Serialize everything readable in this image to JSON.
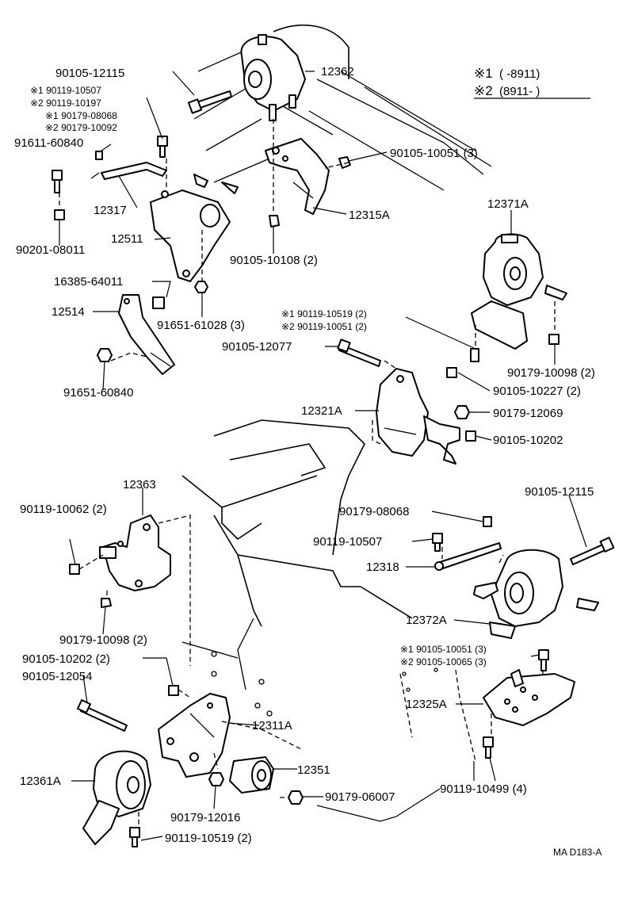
{
  "legend": {
    "row1_mark": "※1",
    "row1_range": "(        -8911)",
    "row2_mark": "※2",
    "row2_range": "(8911-         )"
  },
  "labels": {
    "p90105_12115_a": "90105-12115",
    "p90119_10507_a": "※1 90119-10507",
    "p90119_10197": "※2 90119-10197",
    "p90179_08068_a": "※1 90179-08068",
    "p90179_10092": "※2 90179-10092",
    "p91611_60840": "91611-60840",
    "p12317": "12317",
    "p12511": "12511",
    "p90201_08011": "90201-08011",
    "p16385_64011": "16385-64011",
    "p12514": "12514",
    "p91651_61028": "91651-61028 (3)",
    "p91651_60840": "91651-60840",
    "p12362": "12362",
    "p90105_10051": "90105-10051 (3)",
    "p12315A": "12315A",
    "p90105_10108": "90105-10108 (2)",
    "p12371A": "12371A",
    "p90119_10519_a": "※1 90119-10519 (2)",
    "p90119_10051": "※2 90119-10051 (2)",
    "p90105_12077": "90105-12077",
    "p90179_10098_a": "90179-10098 (2)",
    "p90105_10227": "90105-10227 (2)",
    "p12321A": "12321A",
    "p90179_12069": "90179-12069",
    "p90105_10202_a": "90105-10202",
    "p12363": "12363",
    "p90119_10062": "90119-10062 (2)",
    "p90179_08068_b": "90179-08068",
    "p90119_10507_b": "90119-10507",
    "p12318": "12318",
    "p90105_12115_b": "90105-12115",
    "p12372A": "12372A",
    "p90179_10098_b": "90179-10098 (2)",
    "p90105_10202_b": "90105-10202 (2)",
    "p90105_12054": "90105-12054",
    "p90105_10051_b": "※1 90105-10051 (3)",
    "p90105_10065": "※2 90105-10065 (3)",
    "p12325A": "12325A",
    "p12311A": "12311A",
    "p12351": "12351",
    "p12361A": "12361A",
    "p90179_06007": "90179-06007",
    "p90119_10499": "90119-10499 (4)",
    "p90179_12016": "90179-12016",
    "p90119_10519_b": "90119-10519 (2)"
  },
  "drawing_code": "MA D183-A"
}
